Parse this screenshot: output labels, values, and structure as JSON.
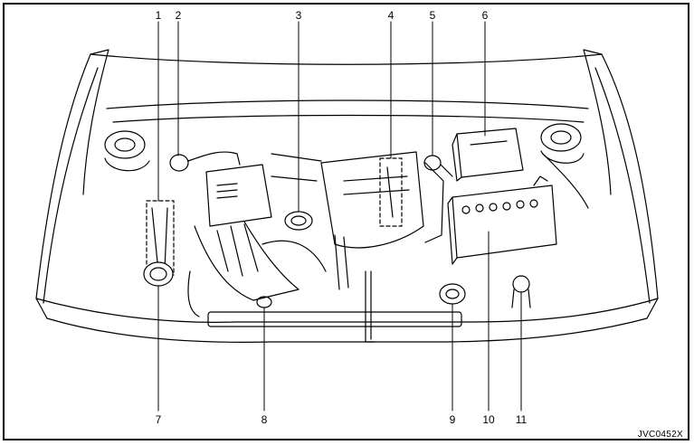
{
  "callouts": [
    "1",
    "2",
    "3",
    "4",
    "5",
    "6",
    "7",
    "8",
    "9",
    "10",
    "11"
  ],
  "figure_code": "JVC0452X"
}
